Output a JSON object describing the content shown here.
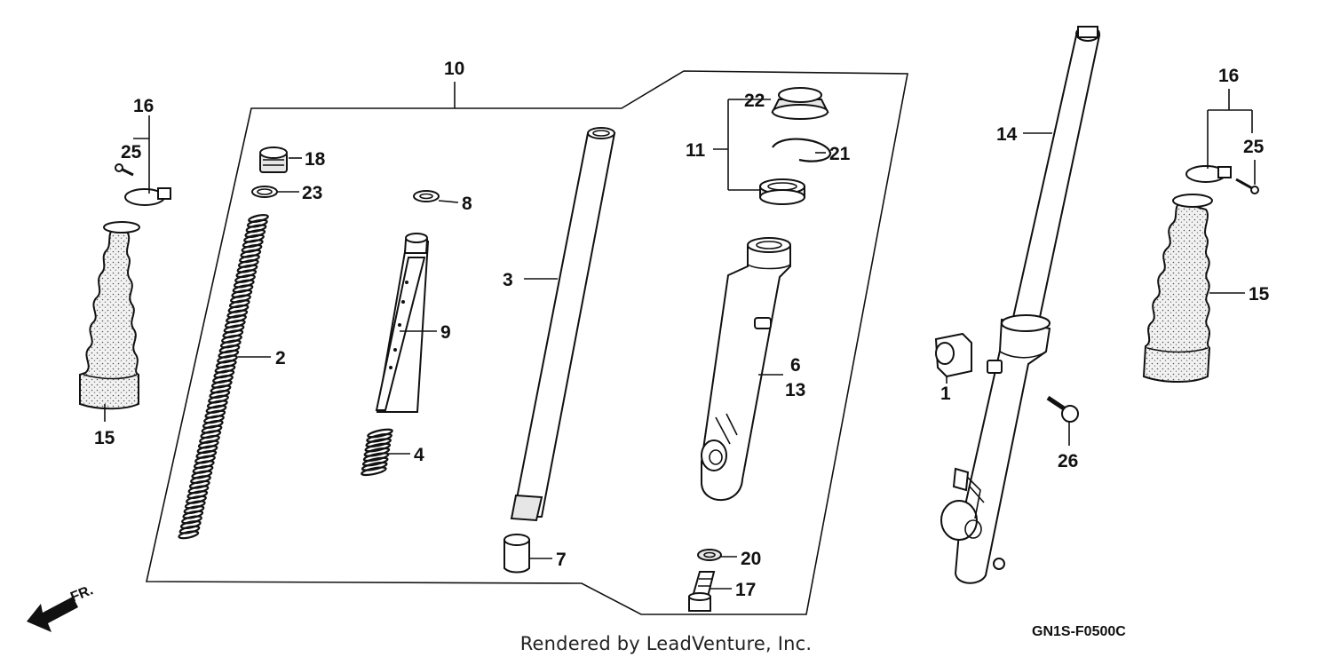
{
  "diagram": {
    "callouts": {
      "c1": "1",
      "c2": "2",
      "c3": "3",
      "c4": "4",
      "c6": "6",
      "c7": "7",
      "c8": "8",
      "c9": "9",
      "c10": "10",
      "c11": "11",
      "c13": "13",
      "c14": "14",
      "c15_left": "15",
      "c15_right": "15",
      "c16_left": "16",
      "c16_right": "16",
      "c17": "17",
      "c18": "18",
      "c20": "20",
      "c21": "21",
      "c22": "22",
      "c23": "23",
      "c25_left": "25",
      "c25_right": "25",
      "c26": "26"
    },
    "front_marker": "FR.",
    "diagram_code": "GN1S-F0500C",
    "credit": "Rendered by LeadVenture, Inc."
  }
}
